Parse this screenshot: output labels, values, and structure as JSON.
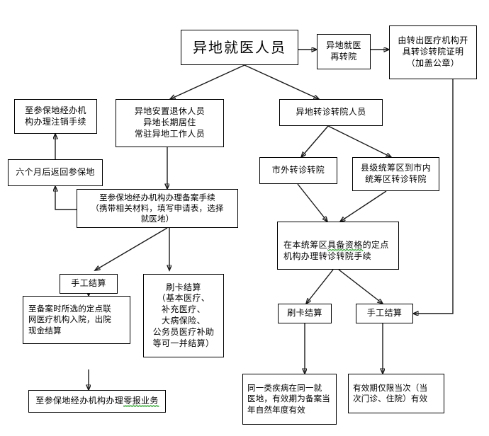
{
  "diagram": {
    "title": "异地就医人员",
    "nodes": {
      "root": "异地就医人员",
      "transfer_again": "异地就医\n再转院",
      "certificate": "由转出医疗机构开\n具转诊转院证明\n（加盖公章）",
      "cancel_procedure": "至参保地经办机\n构办理注销手续",
      "long_term_group": "异地安置退休人员\n异地长期居住\n常驻异地工作人员",
      "referral_group": "异地转诊转院人员",
      "return_six_months": "六个月后返回参保地",
      "outside_city_referral": "市外转诊转院",
      "county_to_city_referral": "县级统筹区到市内\n统筹区转诊转院",
      "record_filing": "至参保地经办机构办理备案手续\n（携带相关材料，填写申请表，选择\n就医地）",
      "qualified_institution_prefix": "在本统筹区",
      "qualified_institution_flagged": "具备资格",
      "qualified_institution_suffix": "的定点\n机构办理转诊转院手续",
      "manual_settlement_left": "手工结算",
      "card_settlement_left": "刷卡结算\n（基本医疗、\n补充医疗、\n大病保险、\n公务员医疗补助\n等可一并结算）",
      "card_settlement_right": "刷卡结算",
      "manual_settlement_right": "手工结算",
      "admission_cash": "至备案时所选的定点联\n网医疗机构入院，出院\n现金结算",
      "zero_report_prefix": "至参保地经办机构办理",
      "zero_report_flagged": "零报业务",
      "same_disease_validity": "同一类疾病在同一就\n医地，有效期为备案当\n年自然年度有效",
      "single_visit_validity": "有效期仅限当次（当\n次门诊、住院）有效"
    },
    "colors": {
      "stroke": "#1a1a1a",
      "box_fill": "#ffffff",
      "text": "#000000",
      "spellcheck_underline": "#2aa02a"
    }
  }
}
